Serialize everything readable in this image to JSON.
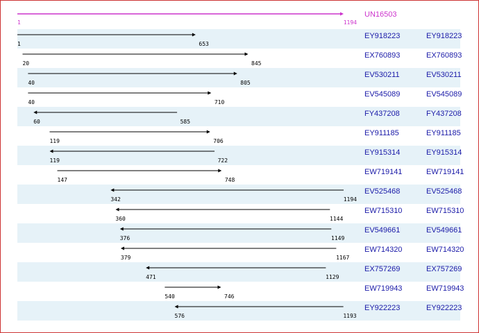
{
  "colors": {
    "frame": "#cc3333",
    "row_band": "#e6f2f8",
    "arrow": "#000000",
    "reference": "#cc33cc",
    "link": "#1a1aa8"
  },
  "reference": {
    "name": "UN16503",
    "start": 1,
    "end": 1194
  },
  "alignments": [
    {
      "id": "EY918223",
      "start": 1,
      "end": 653,
      "direction": "forward"
    },
    {
      "id": "EX760893",
      "start": 20,
      "end": 845,
      "direction": "forward"
    },
    {
      "id": "EV530211",
      "start": 40,
      "end": 805,
      "direction": "forward"
    },
    {
      "id": "EV545089",
      "start": 40,
      "end": 710,
      "direction": "forward"
    },
    {
      "id": "FY437208",
      "start": 60,
      "end": 585,
      "direction": "reverse"
    },
    {
      "id": "EY911185",
      "start": 119,
      "end": 706,
      "direction": "forward"
    },
    {
      "id": "EY915314",
      "start": 119,
      "end": 722,
      "direction": "reverse"
    },
    {
      "id": "EW719141",
      "start": 147,
      "end": 748,
      "direction": "forward"
    },
    {
      "id": "EV525468",
      "start": 342,
      "end": 1194,
      "direction": "reverse"
    },
    {
      "id": "EW715310",
      "start": 360,
      "end": 1144,
      "direction": "reverse"
    },
    {
      "id": "EV549661",
      "start": 376,
      "end": 1149,
      "direction": "reverse"
    },
    {
      "id": "EW714320",
      "start": 379,
      "end": 1167,
      "direction": "reverse"
    },
    {
      "id": "EX757269",
      "start": 471,
      "end": 1129,
      "direction": "reverse"
    },
    {
      "id": "EW719943",
      "start": 540,
      "end": 746,
      "direction": "forward"
    },
    {
      "id": "EY922223",
      "start": 576,
      "end": 1193,
      "direction": "reverse"
    }
  ]
}
